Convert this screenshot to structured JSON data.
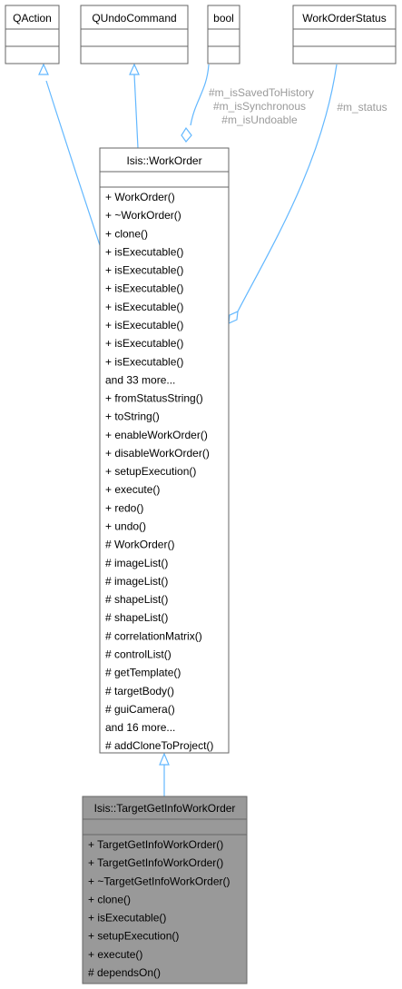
{
  "colors": {
    "edge": "#63b8ff",
    "box_border": "#666666",
    "box_fill": "#ffffff",
    "focus_fill": "#999999",
    "label_text": "#9a9a9a"
  },
  "nodes": {
    "qaction": {
      "title": "QAction"
    },
    "qundocommand": {
      "title": "QUndoCommand"
    },
    "bool": {
      "title": "bool"
    },
    "workorderstatus": {
      "title": "WorkOrderStatus"
    },
    "workorder": {
      "title": "Isis::WorkOrder",
      "members": [
        "+ WorkOrder()",
        "+ ~WorkOrder()",
        "+ clone()",
        "+ isExecutable()",
        "+ isExecutable()",
        "+ isExecutable()",
        "+ isExecutable()",
        "+ isExecutable()",
        "+ isExecutable()",
        "+ isExecutable()",
        "and 33 more...",
        "+ fromStatusString()",
        "+ toString()",
        "+ enableWorkOrder()",
        "+ disableWorkOrder()",
        "+ setupExecution()",
        "+ execute()",
        "+ redo()",
        "+ undo()",
        "# WorkOrder()",
        "# imageList()",
        "# imageList()",
        "# shapeList()",
        "# shapeList()",
        "# correlationMatrix()",
        "# controlList()",
        "# getTemplate()",
        "# targetBody()",
        "# guiCamera()",
        "and 16 more...",
        "# addCloneToProject()"
      ]
    },
    "target": {
      "title": "Isis::TargetGetInfoWorkOrder",
      "members": [
        "+ TargetGetInfoWorkOrder()",
        "+ TargetGetInfoWorkOrder()",
        "+ ~TargetGetInfoWorkOrder()",
        "+ clone()",
        "+ isExecutable()",
        "+ setupExecution()",
        "+ execute()",
        "# dependsOn()"
      ]
    }
  },
  "edge_labels": {
    "bool_labels": [
      "#m_isSavedToHistory",
      "#m_isSynchronous",
      "#m_isUndoable"
    ],
    "status_label": "#m_status"
  }
}
